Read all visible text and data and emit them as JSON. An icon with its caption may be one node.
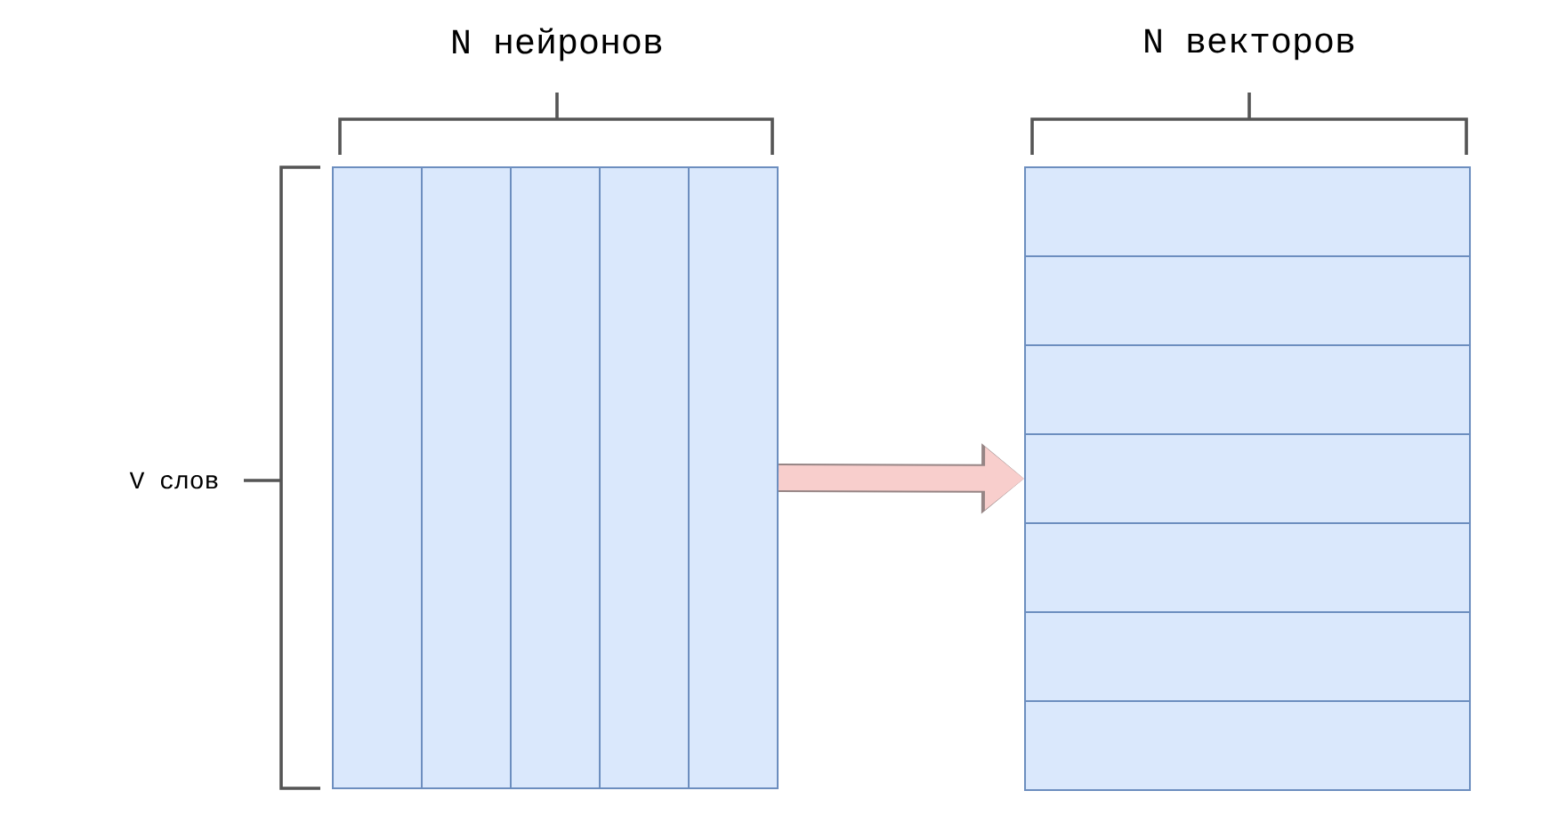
{
  "diagram": {
    "nodes": [
      {
        "text": [],
        "shape": "box"
      },
      {
        "text": [],
        "shape": "box"
      }
    ],
    "edges": [
      {
        "from": 0,
        "to": 1,
        "arrow": "to",
        "color": "#f8cecc"
      }
    ],
    "labels": [
      "N нейронов",
      "N векторов",
      "V слов"
    ]
  }
}
